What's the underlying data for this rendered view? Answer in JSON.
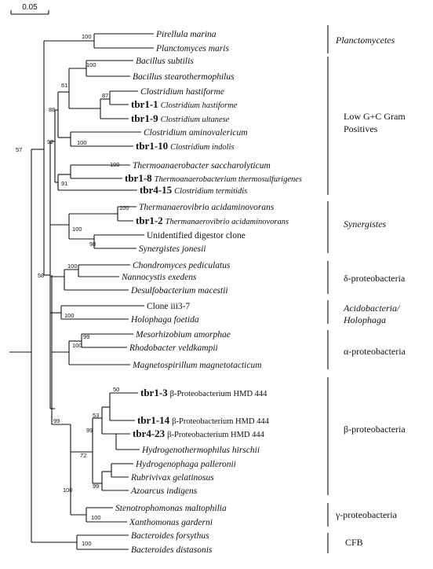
{
  "scale_bar": {
    "label": "0.05"
  },
  "taxa": [
    {
      "id": "t01",
      "name": "Pirellula marina"
    },
    {
      "id": "t02",
      "name": "Planctomyces maris"
    },
    {
      "id": "t03",
      "name": "Bacillus subtilis"
    },
    {
      "id": "t04",
      "name": "Bacillus stearothermophilus"
    },
    {
      "id": "t05",
      "name": "Clostridium hastiforme"
    },
    {
      "id": "t06",
      "name": "tbr1-1",
      "note": "Clostridium hastiforme"
    },
    {
      "id": "t07",
      "name": "tbr1-9",
      "note": "Clostridium ultanese"
    },
    {
      "id": "t08",
      "name": "Clostridium aminovalericum"
    },
    {
      "id": "t09",
      "name": "tbr1-10",
      "note": "Clostridium indolis"
    },
    {
      "id": "t10",
      "name": "Thermoanaerobacter saccharolyticum"
    },
    {
      "id": "t11",
      "name": "tbr1-8",
      "note": "Thermoanaerobacterium thermosulfurigenes"
    },
    {
      "id": "t12",
      "name": "tbr4-15",
      "note": "Clostridium termitidis"
    },
    {
      "id": "t13",
      "name": "Thermanaerovibrio acidaminovorans"
    },
    {
      "id": "t14",
      "name": "tbr1-2",
      "note": "Thermanaerovibrio acidaminovorans"
    },
    {
      "id": "t15",
      "name": "Unidentified digestor clone"
    },
    {
      "id": "t16",
      "name": "Synergistes jonesii"
    },
    {
      "id": "t17",
      "name": "Chondromyces pediculatus"
    },
    {
      "id": "t18",
      "name": "Nannocystis exedens"
    },
    {
      "id": "t19",
      "name": "Desulfobacterium macestii"
    },
    {
      "id": "t20",
      "name": "Clone iii3-7"
    },
    {
      "id": "t21",
      "name": "Holophaga foetida"
    },
    {
      "id": "t22",
      "name": "Mesorhizobium amorphae"
    },
    {
      "id": "t23",
      "name": "Rhodobacter veldkampii"
    },
    {
      "id": "t24",
      "name": "Magnetospirillum magnetotacticum"
    },
    {
      "id": "t25",
      "name": "tbr1-3",
      "note": "β-Proteobacterium HMD 444"
    },
    {
      "id": "t26",
      "name": "tbr1-14",
      "note": "β-Proteobacterium HMD 444"
    },
    {
      "id": "t27",
      "name": "tbr4-23",
      "note": "β-Proteobacterium HMD 444"
    },
    {
      "id": "t28",
      "name": "Hydrogenothermophilus hirschii"
    },
    {
      "id": "t29",
      "name": "Hydrogenophaga palleronii"
    },
    {
      "id": "t30",
      "name": "Rubrivivax gelatinosus"
    },
    {
      "id": "t31",
      "name": "Azoarcus indigens"
    },
    {
      "id": "t32",
      "name": "Stenotrophomonas maltophilia"
    },
    {
      "id": "t33",
      "name": "Xanthomonas garderni"
    },
    {
      "id": "t34",
      "name": "Bacteroides forsythus"
    },
    {
      "id": "t35",
      "name": "Bacteroides distasonis"
    }
  ],
  "bootstrap": [
    {
      "id": "b01",
      "value": "100"
    },
    {
      "id": "b02",
      "value": "100"
    },
    {
      "id": "b03",
      "value": "87"
    },
    {
      "id": "b04",
      "value": "61"
    },
    {
      "id": "b05",
      "value": "88"
    },
    {
      "id": "b06",
      "value": "100"
    },
    {
      "id": "b07",
      "value": "92"
    },
    {
      "id": "b08",
      "value": "100"
    },
    {
      "id": "b09",
      "value": "91"
    },
    {
      "id": "b10",
      "value": "57"
    },
    {
      "id": "b11",
      "value": "100"
    },
    {
      "id": "b12",
      "value": "98"
    },
    {
      "id": "b13",
      "value": "100"
    },
    {
      "id": "b14",
      "value": "58"
    },
    {
      "id": "b15",
      "value": "100"
    },
    {
      "id": "b16",
      "value": "100"
    },
    {
      "id": "b17",
      "value": "99"
    },
    {
      "id": "b18",
      "value": "100"
    },
    {
      "id": "b19",
      "value": "50"
    },
    {
      "id": "b20",
      "value": "53"
    },
    {
      "id": "b21",
      "value": "99"
    },
    {
      "id": "b22",
      "value": "72"
    },
    {
      "id": "b23",
      "value": "99"
    },
    {
      "id": "b24",
      "value": "99"
    },
    {
      "id": "b25",
      "value": "100"
    },
    {
      "id": "b26",
      "value": "100"
    }
  ],
  "groups": [
    {
      "id": "g1",
      "lines": [
        "Planctomycetes"
      ],
      "italic": true
    },
    {
      "id": "g2",
      "lines": [
        "Low G+C Gram",
        "Positives"
      ],
      "italic": false
    },
    {
      "id": "g3",
      "lines": [
        "Synergistes"
      ],
      "italic": true
    },
    {
      "id": "g4",
      "lines": [
        "δ-proteobacteria"
      ],
      "italic": false
    },
    {
      "id": "g5",
      "lines": [
        "Acidobacteria/",
        "Holophaga"
      ],
      "italic": true
    },
    {
      "id": "g6",
      "lines": [
        "α-proteobacteria"
      ],
      "italic": false
    },
    {
      "id": "g7",
      "lines": [
        "β-proteobacteria"
      ],
      "italic": false
    },
    {
      "id": "g8",
      "lines": [
        "γ-proteobacteria"
      ],
      "italic": false
    },
    {
      "id": "g9",
      "lines": [
        "CFB"
      ],
      "italic": false
    }
  ]
}
